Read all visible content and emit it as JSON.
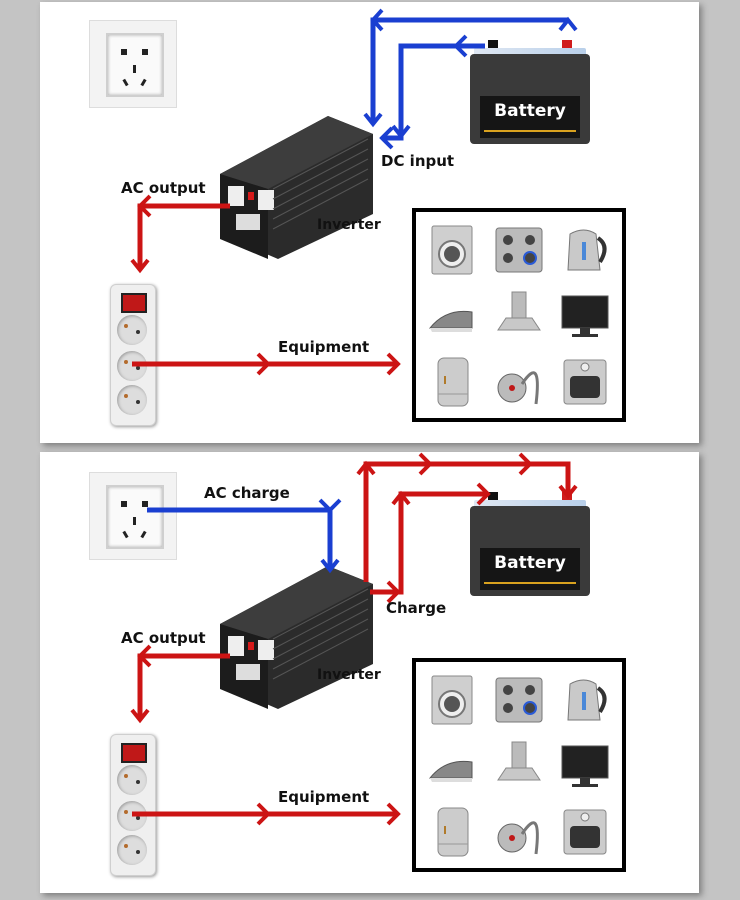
{
  "panels": [
    {
      "mode": "inverter-mode",
      "labels": {
        "dc_input": "DC input",
        "ac_output": "AC output",
        "inverter": "Inverter",
        "equipment": "Equipment",
        "battery": "Battery"
      },
      "arrow_colors": {
        "dc": "#1a3fd1",
        "ac": "#cc1414"
      }
    },
    {
      "mode": "charge-mode",
      "labels": {
        "ac_charge": "AC charge",
        "charge": "Charge",
        "ac_output": "AC output",
        "inverter": "Inverter",
        "equipment": "Equipment",
        "battery": "Battery"
      },
      "arrow_colors": {
        "ac_in": "#1a3fd1",
        "charge": "#cc1414",
        "ac": "#cc1414"
      }
    }
  ],
  "appliances": [
    "washing-machine",
    "gas-stove",
    "kettle",
    "iron",
    "range-hood",
    "tv-monitor",
    "refrigerator",
    "vacuum-cleaner",
    "oven"
  ]
}
